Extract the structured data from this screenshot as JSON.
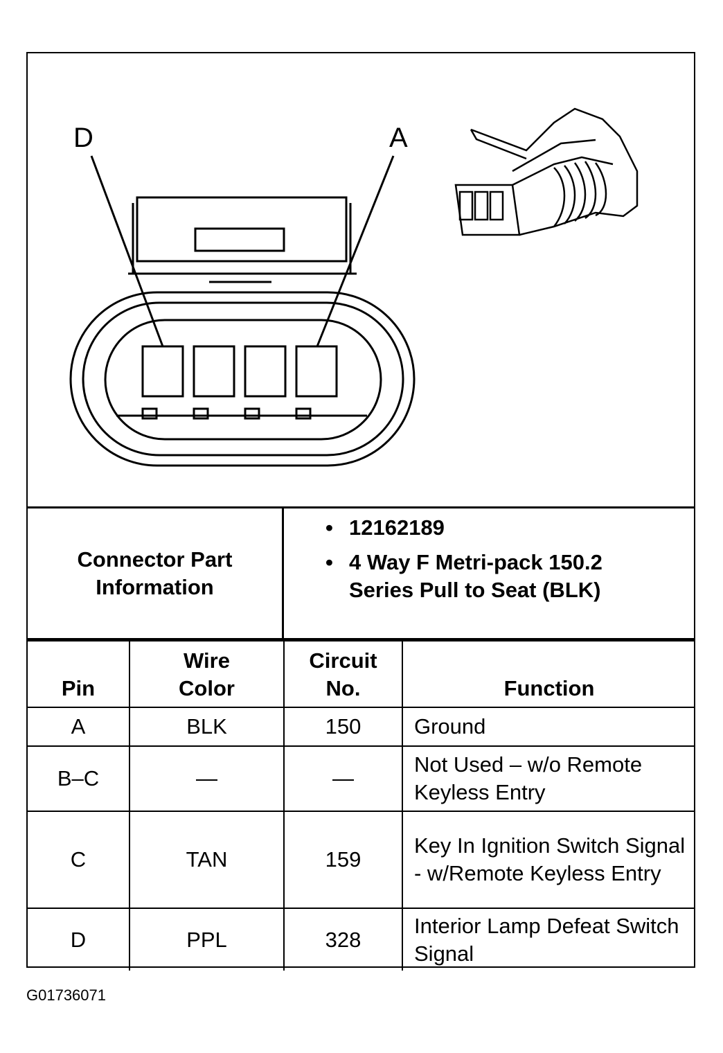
{
  "diagram": {
    "pin_label_left": "D",
    "pin_label_right": "A"
  },
  "connector_info": {
    "label": "Connector Part Information",
    "items": [
      "12162189",
      "4 Way F Metri-pack 150.2 Series Pull to Seat (BLK)"
    ]
  },
  "table": {
    "headers": {
      "pin": "Pin",
      "wire_color": "Wire Color",
      "circuit_no": "Circuit No.",
      "function": "Function"
    },
    "rows": [
      {
        "pin": "A",
        "wire_color": "BLK",
        "circuit": "150",
        "function": "Ground"
      },
      {
        "pin": "B–C",
        "wire_color": "—",
        "circuit": "—",
        "function": "Not Used – w/o Remote Keyless Entry"
      },
      {
        "pin": "C",
        "wire_color": "TAN",
        "circuit": "159",
        "function": "Key In Ignition Switch Signal - w/Remote Keyless Entry"
      },
      {
        "pin": "D",
        "wire_color": "PPL",
        "circuit": "328",
        "function": "Interior Lamp Defeat Switch Signal"
      }
    ]
  },
  "figure_id": "G01736071"
}
